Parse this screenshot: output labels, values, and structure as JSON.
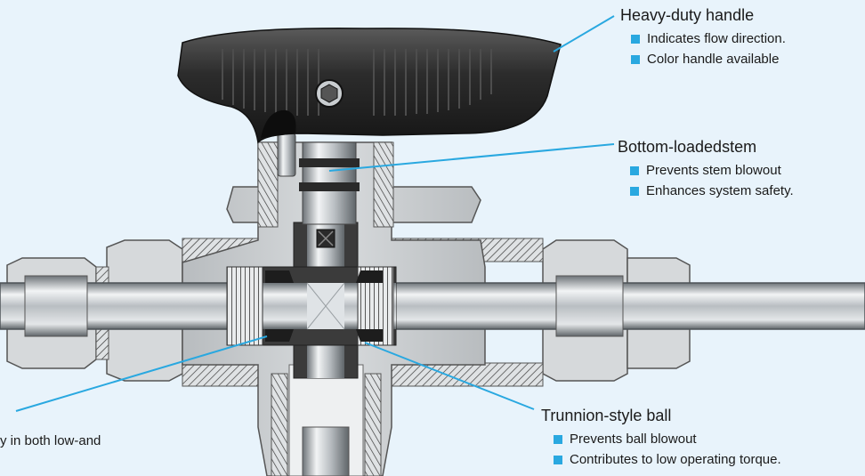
{
  "accent_color": "#29a8e0",
  "callouts": {
    "handle": {
      "title": "Heavy-duty handle",
      "bullets": [
        "Indicates flow direction.",
        "Color handle available"
      ]
    },
    "stem": {
      "title": "Bottom-loadedstem",
      "bullets": [
        "Prevents stem blowout",
        "Enhances system safety."
      ]
    },
    "ball": {
      "title": "Trunnion-style ball",
      "bullets": [
        "Prevents ball blowout",
        "Contributes to low operating torque."
      ]
    },
    "left": {
      "bullets": [
        "y in both low-and"
      ]
    }
  }
}
